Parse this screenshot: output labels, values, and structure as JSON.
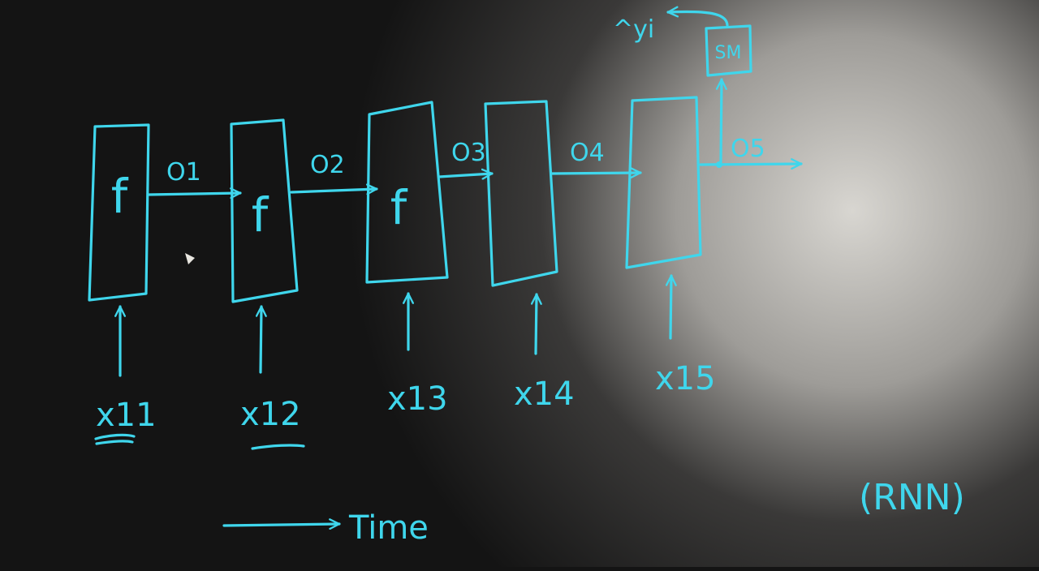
{
  "colors": {
    "chalk": "#3fd6ec",
    "board_dark": "#111111",
    "board_light": "#cfcdc8"
  },
  "cells": [
    {
      "func": "f"
    },
    {
      "func": "f"
    },
    {
      "func": "f"
    },
    {
      "func": ""
    },
    {
      "func": ""
    }
  ],
  "outputs": [
    "O1",
    "O2",
    "O3",
    "O4",
    "O5"
  ],
  "inputs": [
    "x11",
    "x12",
    "x13",
    "x14",
    "x15"
  ],
  "softmax_label": "SM",
  "prediction_label": "^yi",
  "time_label": "Time",
  "model_label": "(RNN)"
}
